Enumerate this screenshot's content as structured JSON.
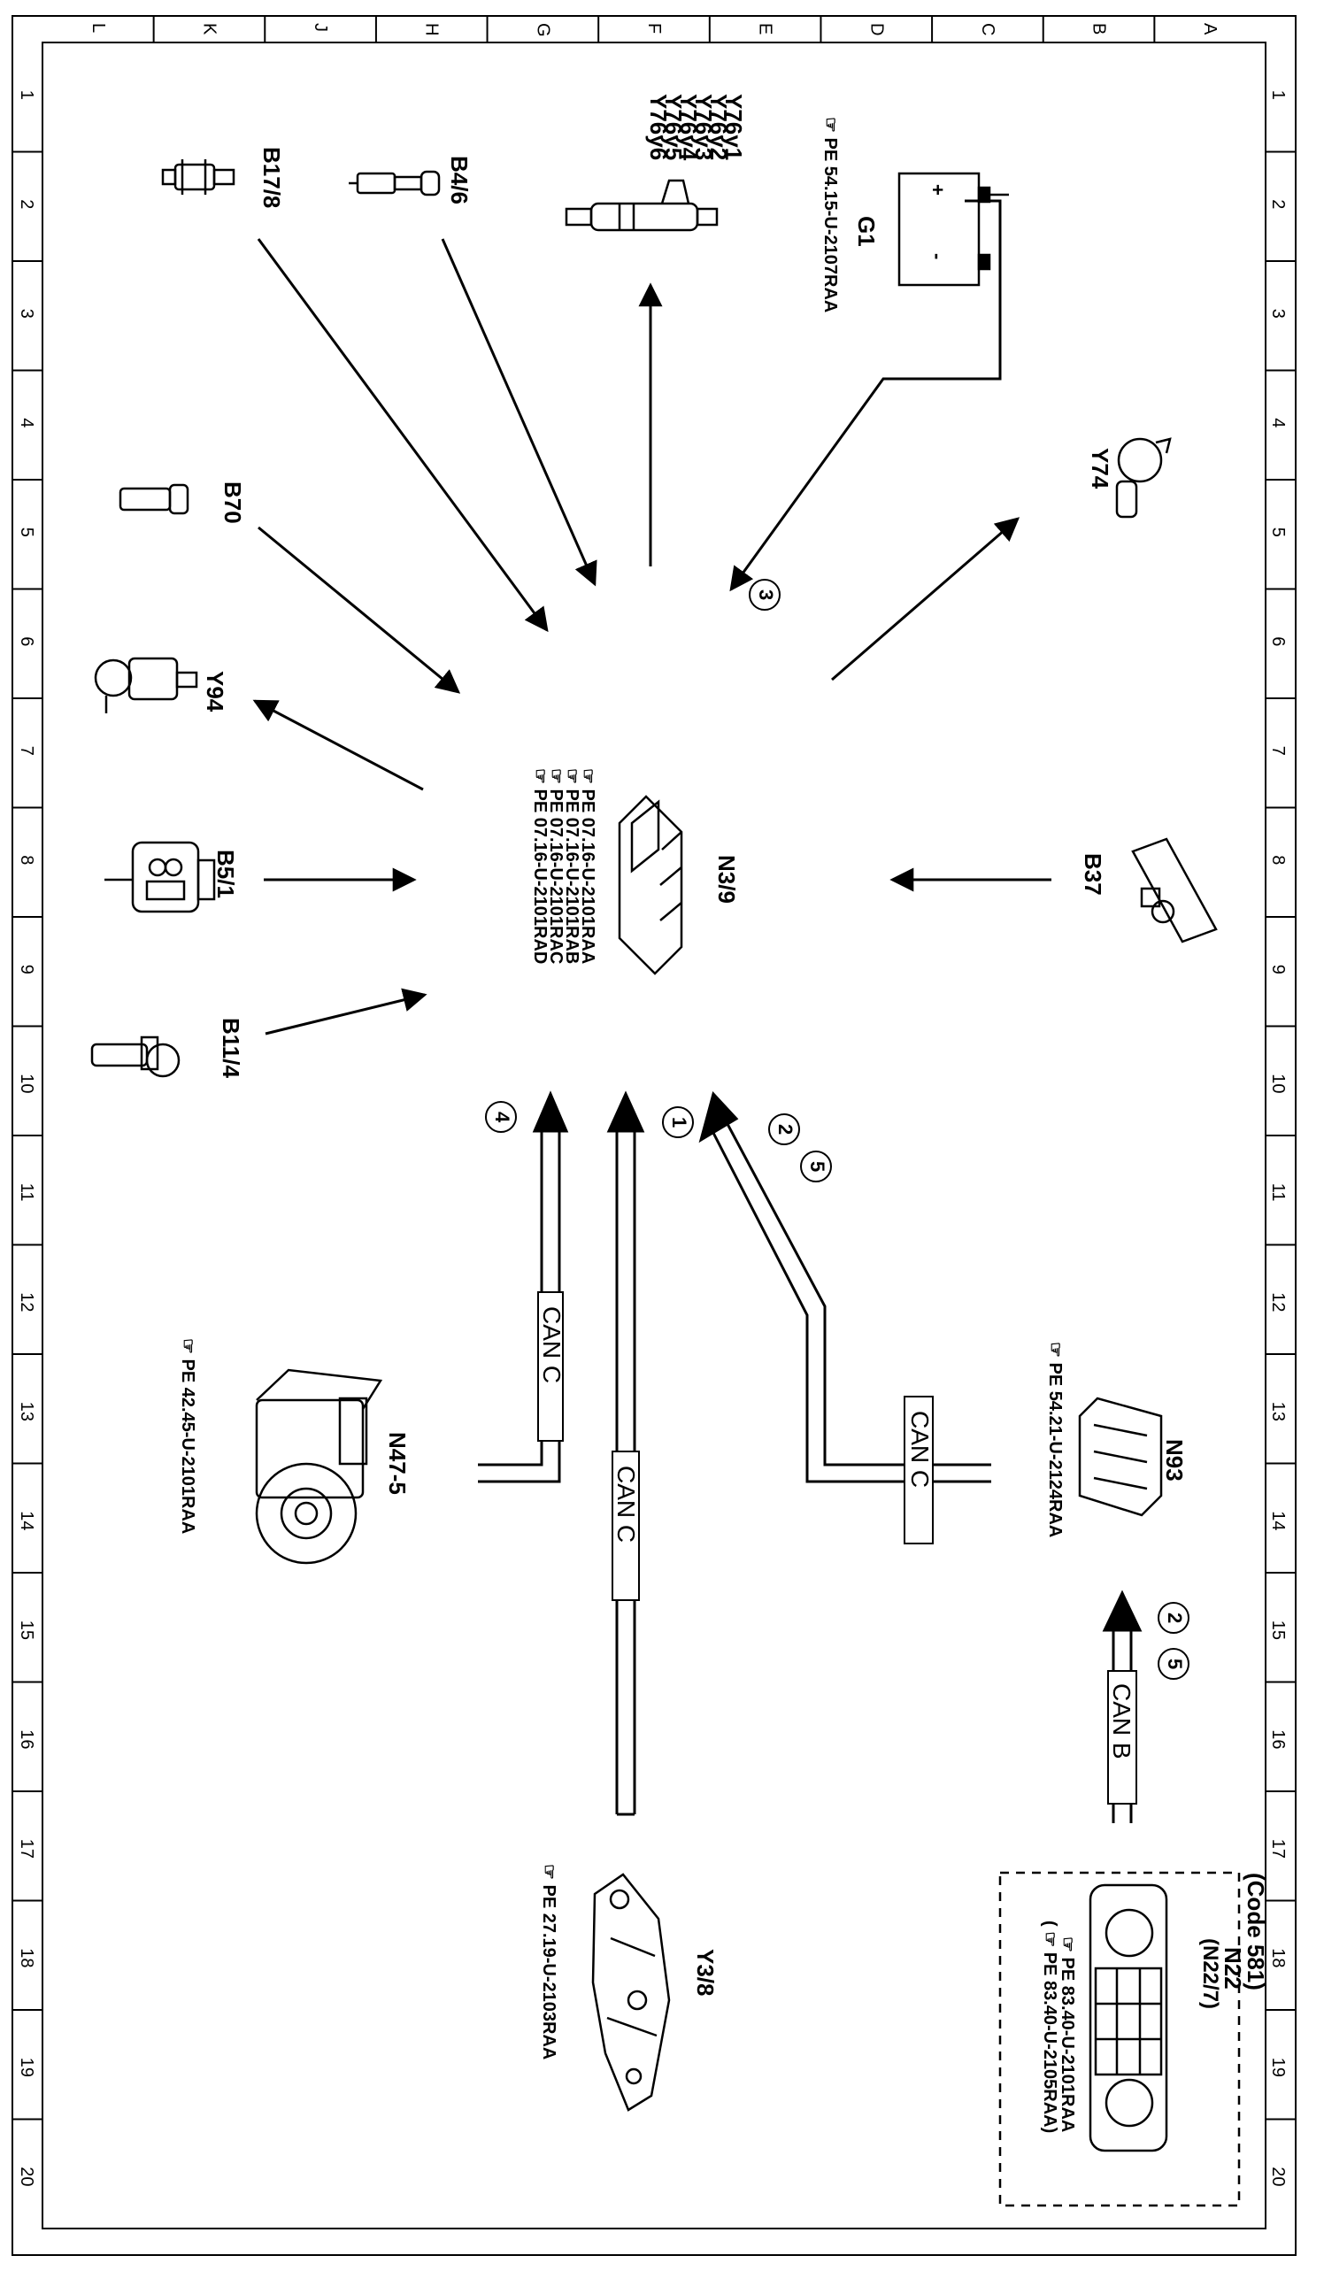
{
  "frame": {
    "col_letters": [
      "L",
      "K",
      "J",
      "H",
      "G",
      "F",
      "E",
      "D",
      "C",
      "B",
      "A"
    ],
    "row_numbers": [
      "1",
      "2",
      "3",
      "4",
      "5",
      "6",
      "7",
      "8",
      "9",
      "10",
      "11",
      "12",
      "13",
      "14",
      "15",
      "16",
      "17",
      "18",
      "19",
      "20"
    ]
  },
  "components": {
    "b17_8": {
      "label": "B17/8"
    },
    "b4_6": {
      "label": "B4/6"
    },
    "y76": {
      "labels": [
        "Y76y1",
        "Y76y2",
        "Y76y3",
        "Y76y4",
        "Y76y5",
        "Y76y6"
      ]
    },
    "g1": {
      "label": "G1",
      "ref": "PE 54.15-U-2107RAA",
      "plus": "+",
      "minus": "-"
    },
    "y74": {
      "label": "Y74"
    },
    "b70": {
      "label": "B70"
    },
    "y94": {
      "label": "Y94"
    },
    "n3_9": {
      "label": "N3/9",
      "refs": [
        "PE 07.16-U-2101RAA",
        "PE 07.16-U-2101RAB",
        "PE 07.16-U-2101RAC",
        "PE 07.16-U-2101RAD"
      ]
    },
    "b37": {
      "label": "B37"
    },
    "b5_1": {
      "label": "B5/1"
    },
    "b11_4": {
      "label": "B11/4"
    },
    "n47_5": {
      "label": "N47-5",
      "ref": "PE 42.45-U-2101RAA"
    },
    "n93": {
      "label": "N93",
      "ref": "PE 54.21-U-2124RAA"
    },
    "y3_8": {
      "label": "Y3/8",
      "ref": "PE 27.19-U-2103RAA"
    },
    "n22": {
      "code": "(Code 581)",
      "label": "N22",
      "sublabel": "(N22/7)",
      "refs": [
        "PE 83.40-U-2101RAA",
        "( PE 83.40-U-2105RAA)"
      ]
    }
  },
  "buses": {
    "can_c": "CAN C",
    "can_b": "CAN B"
  },
  "callouts": [
    "1",
    "2",
    "3",
    "4",
    "5"
  ]
}
